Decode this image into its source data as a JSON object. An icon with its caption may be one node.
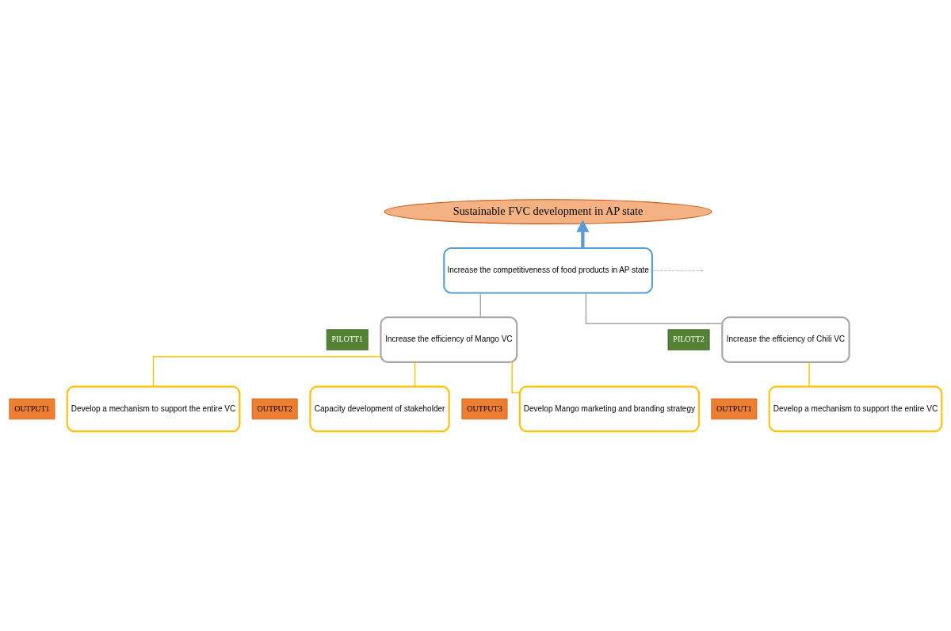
{
  "diagram": {
    "nodes": [
      {
        "text": [
          "Sustainable FVC development in AP state"
        ]
      },
      {
        "text": [
          "Increase the competitiveness of food products in AP state"
        ]
      },
      {
        "text": [
          "PILOTT1"
        ]
      },
      {
        "text": [
          "Increase the efficiency of Mango VC"
        ]
      },
      {
        "text": [
          "PILOTT2"
        ]
      },
      {
        "text": [
          "Increase the efficiency of Chili VC"
        ]
      },
      {
        "text": [
          "OUTPUT1"
        ]
      },
      {
        "text": [
          "Develop a mechanism to support the entire VC"
        ]
      },
      {
        "text": [
          "OUTPUT2"
        ]
      },
      {
        "text": [
          "Capacity development of stakeholder"
        ]
      },
      {
        "text": [
          "OUTPUT3"
        ]
      },
      {
        "text": [
          "Develop Mango marketing and branding strategy"
        ]
      },
      {
        "text": [
          "OUTPUT1"
        ]
      },
      {
        "text": [
          "Develop a mechanism to support the entire VC"
        ]
      }
    ],
    "edges": [
      {
        "from": 1,
        "to": 0,
        "arrow": "to",
        "style": "thick",
        "color": "#5b9bd5"
      },
      {
        "from": 1,
        "to": 3,
        "arrow": "none",
        "color": "#a5a5a5"
      },
      {
        "from": 1,
        "to": 5,
        "arrow": "none",
        "color": "#a5a5a5"
      },
      {
        "from": 1,
        "to": null,
        "arrow": "none",
        "style": "dashed",
        "color": "#a5a5a5"
      },
      {
        "from": 3,
        "to": 7,
        "arrow": "none",
        "color": "#ffc000"
      },
      {
        "from": 3,
        "to": 9,
        "arrow": "none",
        "color": "#ffc000"
      },
      {
        "from": 3,
        "to": 11,
        "arrow": "none",
        "color": "#ffc000"
      },
      {
        "from": 5,
        "to": 13,
        "arrow": "none",
        "color": "#ffc000"
      }
    ]
  }
}
